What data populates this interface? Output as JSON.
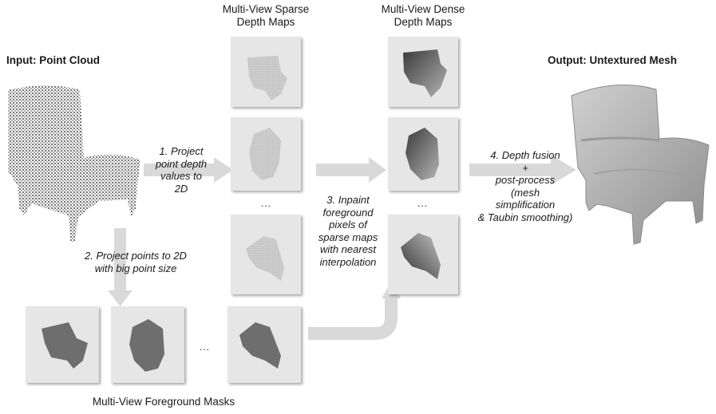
{
  "headings": {
    "input": "Input: Point Cloud",
    "sparse": [
      "Multi-View Sparse",
      "Depth Maps"
    ],
    "dense": [
      "Multi-View Dense",
      "Depth Maps"
    ],
    "output": "Output: Untextured Mesh",
    "masks": "Multi-View Foreground Masks"
  },
  "steps": {
    "step1": [
      "1. Project",
      "point depth",
      "values to",
      "2D"
    ],
    "step2": [
      "2. Project points to 2D",
      "with big point size"
    ],
    "step3": [
      "3. Inpaint",
      "foreground",
      "pixels of",
      "sparse maps",
      "with nearest",
      "interpolation"
    ],
    "step4": [
      "4. Depth fusion",
      "+",
      "post-process",
      "(mesh",
      "simplification",
      "& Taubin smoothing)"
    ]
  },
  "ellipsis": "...",
  "colors": {
    "arrow": "#d9d9d9",
    "frame": "#e6e6e6",
    "sparse_fg": "#b9b9b9",
    "mask_fg": "#6e6e6e",
    "dense_dark": "#3c3c3c",
    "dense_light": "#b0b0b0",
    "mesh": "#b8b8b8"
  }
}
